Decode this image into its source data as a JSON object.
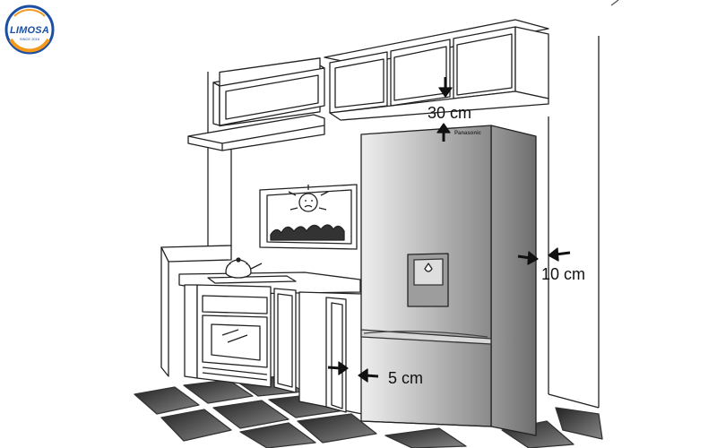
{
  "logo": {
    "name": "LIMOSA",
    "tagline": "SINCE 2016",
    "colors": {
      "blue": "#1c4fa3",
      "orange": "#f39a1e"
    }
  },
  "fridge": {
    "brand": "Panasonic"
  },
  "dimensions": {
    "top_gap": "30 cm",
    "side_gap": "10 cm",
    "back_gap": "5 cm"
  }
}
